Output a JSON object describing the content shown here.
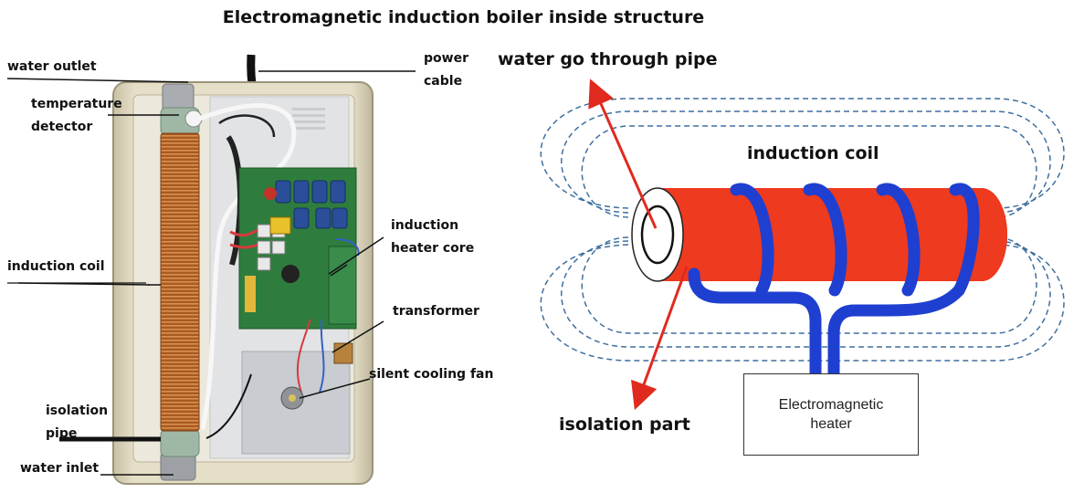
{
  "title": "Electromagnetic induction boiler inside structure",
  "left_photo": {
    "labels": {
      "water_outlet": "water outlet",
      "temperature_detector": [
        "temperature",
        "detector"
      ],
      "induction_coil": "induction coil",
      "isolation_pipe": [
        "isolation",
        "pipe"
      ],
      "water_inlet": "water inlet",
      "power_cable": [
        "power",
        "cable"
      ],
      "induction_heater_core": [
        "induction",
        "heater core"
      ],
      "transformer": "transformer",
      "silent_cooling_fan": "silent cooling fan"
    },
    "colors": {
      "casing": "#ddd5bc",
      "coil": "#b86a2c",
      "pcb": "#2e7d3e",
      "tray": "#cfd2d5"
    }
  },
  "right_diagram": {
    "labels": {
      "water_go_through_pipe": "water go through pipe",
      "induction_coil": "induction coil",
      "isolation_part": "isolation part",
      "heater": [
        "Electromagnetic",
        "heater"
      ]
    },
    "colors": {
      "pipe": "#ee3a1f",
      "coil": "#1f3fd0",
      "field_lines": "#3f6f9f",
      "arrow": "#e02a1e"
    }
  }
}
